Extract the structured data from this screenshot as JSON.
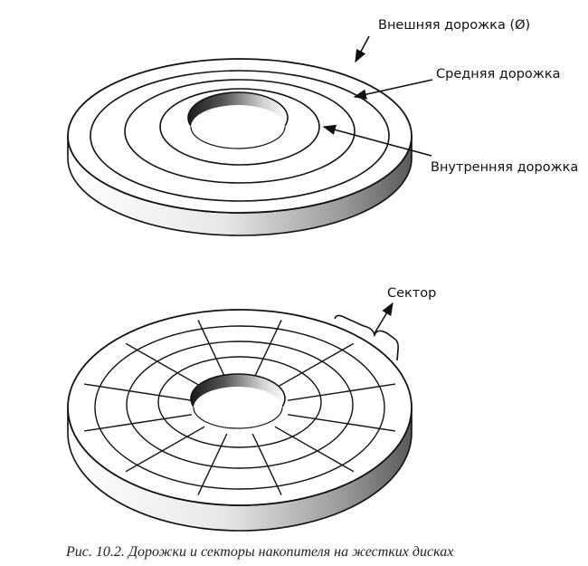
{
  "diagram": {
    "disk1": {
      "labels": {
        "outer_track": "Внешняя дорожка (Ø)",
        "middle_track": "Средняя дорожка",
        "inner_track": "Внутренняя дорожка"
      }
    },
    "disk2": {
      "labels": {
        "sector": "Сектор"
      }
    }
  },
  "caption": "Рис. 10.2. Дорожки и секторы накопителя на жестких дисках",
  "colors": {
    "line": "#111111",
    "face": "#ffffff",
    "hole_dark": "#333333"
  }
}
